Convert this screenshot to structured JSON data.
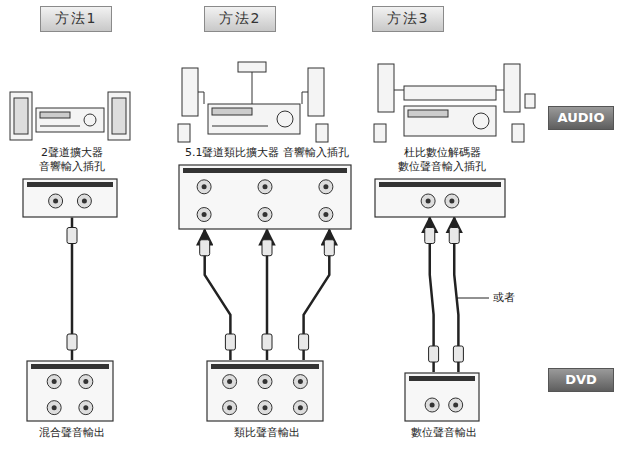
{
  "diagram": {
    "nodes": [
      {
        "text": [
          "方法1"
        ]
      },
      {
        "text": [
          "方法2"
        ]
      },
      {
        "text": [
          "方法3"
        ]
      },
      {
        "text": [
          "2聲道擴大器 音響輸入插孔"
        ]
      },
      {
        "text": [
          "5.1聲道類比擴大器 音響輸入插孔"
        ]
      },
      {
        "text": [
          "杜比數位解碼器 數位聲音輸入插孔"
        ]
      },
      {
        "text": [
          "AUDIO"
        ]
      },
      {
        "text": [
          "混合聲音輸出"
        ]
      },
      {
        "text": [
          "類比聲音輸出"
        ]
      },
      {
        "text": [
          "數位聲音輸出"
        ]
      },
      {
        "text": [
          "DVD"
        ]
      }
    ],
    "edges": [
      {
        "from": 7,
        "to": 3,
        "arrow": "none"
      },
      {
        "from": 8,
        "to": 4,
        "arrow": "to"
      },
      {
        "from": 8,
        "to": 4,
        "arrow": "to"
      },
      {
        "from": 8,
        "to": 4,
        "arrow": "to"
      },
      {
        "from": 9,
        "to": 5,
        "arrow": "to"
      },
      {
        "from": 9,
        "to": 5,
        "arrow": "to"
      }
    ],
    "labels": [
      "或者"
    ]
  }
}
